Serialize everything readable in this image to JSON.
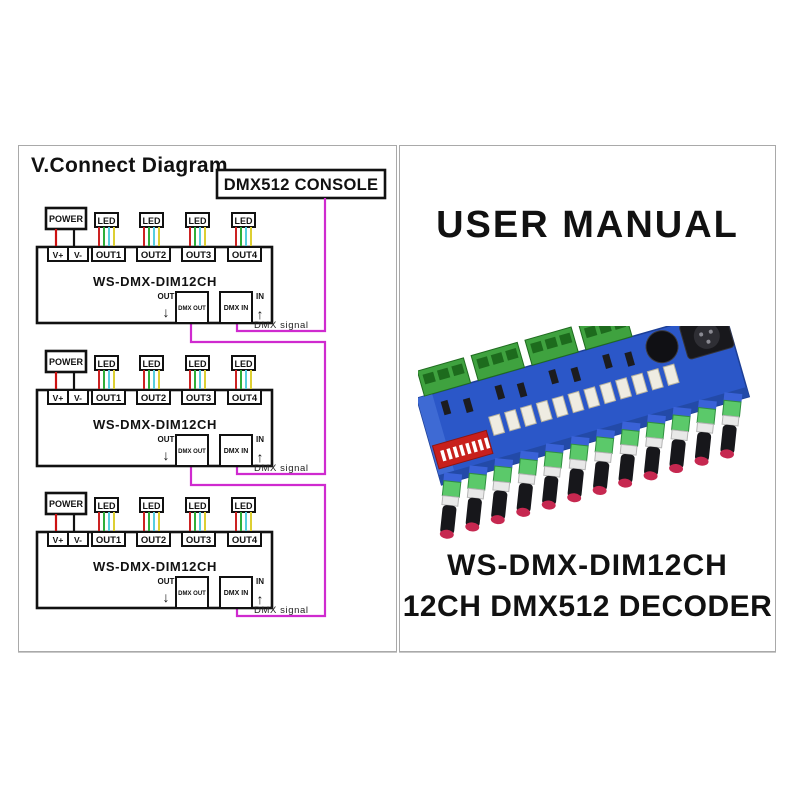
{
  "page": {
    "background": "#ffffff"
  },
  "left_panel": {
    "title": "V.Connect Diagram",
    "console_label": "DMX512 CONSOLE",
    "units": [
      {
        "power_label": "POWER",
        "vplus_label": "V+",
        "vminus_label": "V-",
        "led_labels": [
          "LED",
          "LED",
          "LED",
          "LED"
        ],
        "out_labels": [
          "OUT1",
          "OUT2",
          "OUT3",
          "OUT4"
        ],
        "model_label": "WS-DMX-DIM12CH",
        "dmx_out_port_label": "DMX OUT",
        "dmx_in_port_label": "DMX IN",
        "out_direction_label": "OUT",
        "in_direction_label": "IN",
        "out_arrow": "↓",
        "in_arrow": "↑",
        "signal_label": "DMX  signal"
      },
      {
        "power_label": "POWER",
        "vplus_label": "V+",
        "vminus_label": "V-",
        "led_labels": [
          "LED",
          "LED",
          "LED",
          "LED"
        ],
        "out_labels": [
          "OUT1",
          "OUT2",
          "OUT3",
          "OUT4"
        ],
        "model_label": "WS-DMX-DIM12CH",
        "dmx_out_port_label": "DMX OUT",
        "dmx_in_port_label": "DMX IN",
        "out_direction_label": "OUT",
        "in_direction_label": "IN",
        "out_arrow": "↓",
        "in_arrow": "↑",
        "signal_label": "DMX  signal"
      },
      {
        "power_label": "POWER",
        "vplus_label": "V+",
        "vminus_label": "V-",
        "led_labels": [
          "LED",
          "LED",
          "LED",
          "LED"
        ],
        "out_labels": [
          "OUT1",
          "OUT2",
          "OUT3",
          "OUT4"
        ],
        "model_label": "WS-DMX-DIM12CH",
        "dmx_out_port_label": "DMX OUT",
        "dmx_in_port_label": "DMX IN",
        "out_direction_label": "OUT",
        "in_direction_label": "IN",
        "out_arrow": "↓",
        "in_arrow": "↑",
        "signal_label": "DMX  signal"
      }
    ]
  },
  "right_panel": {
    "heading": "USER MANUAL",
    "model_line1": "WS-DMX-DIM12CH",
    "model_line2": "12CH DMX512 DECODER",
    "product_photo_alt": "12-channel DMX512 decoder circuit board with knobs"
  },
  "colors": {
    "signal_wire_magenta": "#cf2acf",
    "power_wire_red": "#cc1111",
    "power_wire_black": "#111111",
    "led_wire_colors": [
      "#cc2222",
      "#2fae3a",
      "#57cede",
      "#ddcf33"
    ],
    "diagram_stroke": "#111111",
    "pcb_blue": "#2b57c8",
    "terminal_green": "#3fa23f",
    "dip_switch_red": "#c8201c",
    "knob_ring_red": "#c62850"
  }
}
